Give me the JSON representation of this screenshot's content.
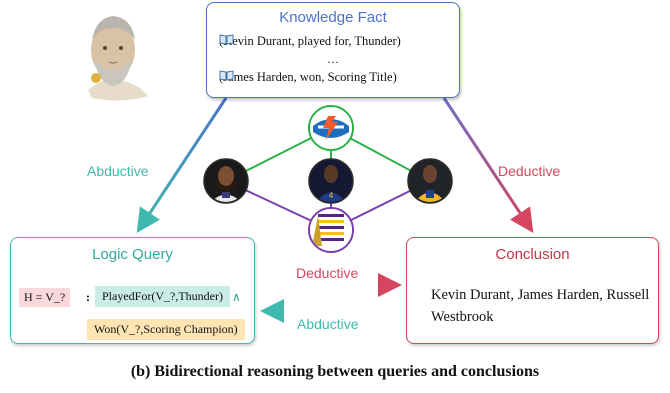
{
  "knowledge_fact": {
    "title": "Knowledge Fact",
    "facts": [
      "(Kevin Durant, played for, Thunder)",
      "(James Harden, won, Scoring Title)"
    ],
    "ellipsis": "…"
  },
  "logic_query": {
    "title": "Logic Query",
    "head": "H = V_?",
    "colon": ":",
    "clause_1": "PlayedFor(V_?,Thunder)",
    "conjunction": "∧",
    "clause_2": "Won(V_?,Scoring Champion)"
  },
  "conclusion": {
    "title": "Conclusion",
    "text": "Kevin Durant, James Harden, Russell Westbrook"
  },
  "edges": {
    "left": "Abductive",
    "right": "Deductive",
    "query_to_conclusion": "Deductive",
    "conclusion_to_query": "Abductive"
  },
  "caption": "(b) Bidirectional reasoning between queries and conclusions",
  "colors": {
    "blue": "#4a73c4",
    "teal": "#3fb9ae",
    "red": "#d6455f",
    "green": "#2bb34a",
    "purple": "#7b3fb0"
  },
  "icons": [
    "philosopher-bust-icon",
    "thunder-logo-icon",
    "player-harden-icon",
    "player-westbrook-icon",
    "player-durant-icon",
    "scoring-title-icon",
    "book-icon"
  ]
}
